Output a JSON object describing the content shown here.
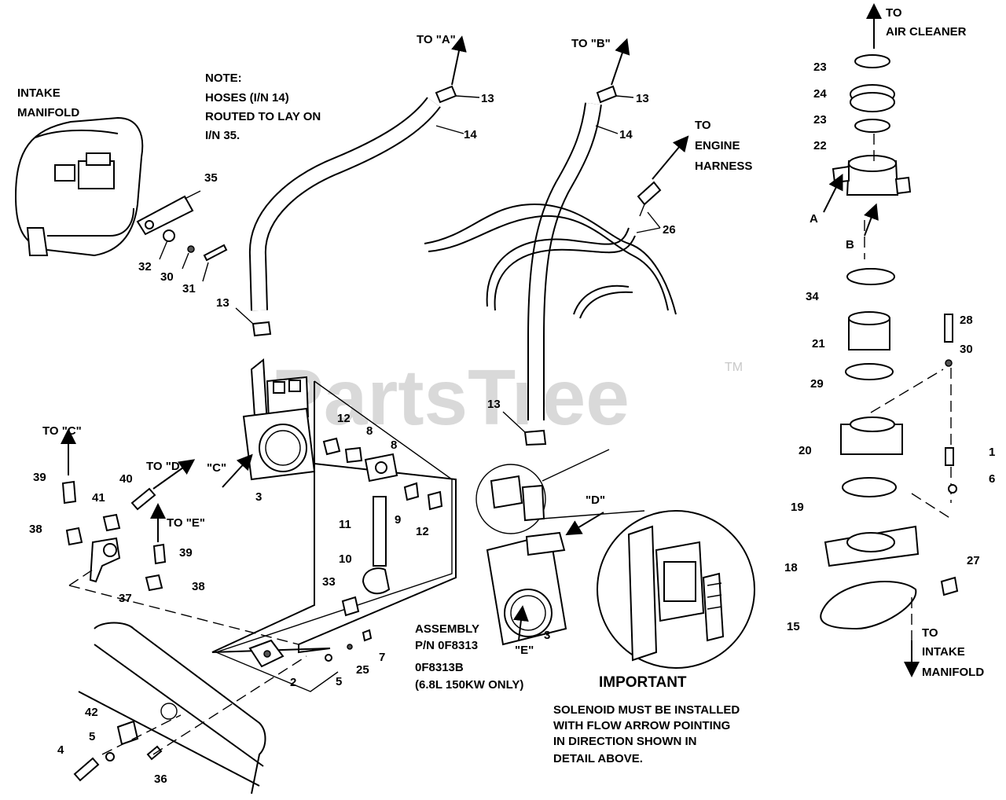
{
  "watermark": {
    "brand": "PartsTree",
    "trademark": "TM"
  },
  "destinations": {
    "to_a": "TO \"A\"",
    "to_b": "TO \"B\"",
    "to_c": "TO \"C\"",
    "to_d": "TO \"D\"",
    "to_e": "TO \"E\"",
    "engine_harness": [
      "TO",
      "ENGINE",
      "HARNESS"
    ],
    "air_cleaner": [
      "TO",
      "AIR CLEANER"
    ],
    "intake_manifold_bottom": [
      "TO",
      "INTAKE",
      "MANIFOLD"
    ],
    "intake_manifold_top": [
      "INTAKE",
      "MANIFOLD"
    ]
  },
  "note": [
    "NOTE:",
    "HOSES (I/N 14)",
    "ROUTED TO LAY ON",
    "I/N 35."
  ],
  "assembly": [
    "ASSEMBLY",
    "P/N 0F8313",
    "0F8313B",
    "(6.8L 150KW ONLY)"
  ],
  "important": {
    "heading": "IMPORTANT",
    "lines": [
      "SOLENOID MUST BE INSTALLED",
      "WITH FLOW ARROW POINTING",
      "IN DIRECTION SHOWN IN",
      "DETAIL ABOVE."
    ]
  },
  "flow_markers": {
    "a": "A",
    "b": "B",
    "c": "\"C\"",
    "d": "\"D\"",
    "e": "\"E\""
  },
  "part_numbers": {
    "p13a": "13",
    "p14a": "14",
    "p13b": "13",
    "p14b": "14",
    "p35": "35",
    "p32": "32",
    "p30a": "30",
    "p31": "31",
    "p13c": "13",
    "p13d": "13",
    "p26": "26",
    "p23a": "23",
    "p24": "24",
    "p23b": "23",
    "p22": "22",
    "p34": "34",
    "p21": "21",
    "p29": "29",
    "p28": "28",
    "p30b": "30",
    "p20": "20",
    "p1": "1",
    "p6": "6",
    "p19": "19",
    "p18": "18",
    "p27": "27",
    "p15": "15",
    "p12a": "12",
    "p8a": "8",
    "p8b": "8",
    "p9": "9",
    "p12b": "12",
    "p11": "11",
    "p10": "10",
    "p33": "33",
    "p3a": "3",
    "p3b": "3",
    "p39a": "39",
    "p40": "40",
    "p41": "41",
    "p38a": "38",
    "p39b": "39",
    "p37": "37",
    "p38b": "38",
    "p2": "2",
    "p5a": "5",
    "p25": "25",
    "p7": "7",
    "p42": "42",
    "p5b": "5",
    "p4": "4",
    "p36": "36"
  }
}
